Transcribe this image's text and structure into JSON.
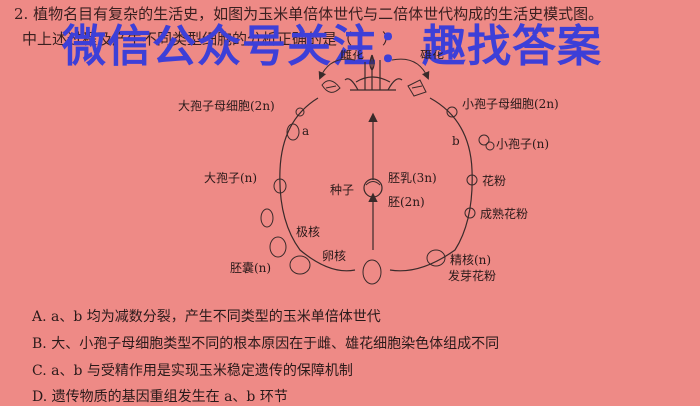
{
  "question": {
    "line1": "2. 植物名目有复杂的生活史，如图为玉米单倍体世代与二倍体世代构成的生活史模式图。",
    "line2": "中上述过程及产生不同类型细胞的分析正确的是（　　）",
    "watermark": "微信公众号关注：趣找答案"
  },
  "diagram": {
    "female_flower": "雌花",
    "male_flower": "雄花",
    "megaspore_mother": "大孢子母细胞(2n)",
    "microspore_mother": "小孢子母细胞(2n)",
    "label_a": "a",
    "label_b": "b",
    "megaspore": "大孢子(n)",
    "microspore": "小孢子(n)",
    "pollen": "花粉",
    "mature_pollen": "成熟花粉",
    "polar_nuclei": "极核",
    "egg_nucleus": "卵核",
    "embryo_sac": "胚囊(n)",
    "sperm": "精核(n)",
    "germ_pollen": "发芽花粉",
    "seed": "种子",
    "endosperm": "胚乳(3n)",
    "embryo": "胚(2n)"
  },
  "options": {
    "A": "A. a、b 均为减数分裂，产生不同类型的玉米单倍体世代",
    "B": "B. 大、小孢子母细胞类型不同的根本原因在于雌、雄花细胞染色体组成不同",
    "C": "C. a、b 与受精作用是实现玉米稳定遗传的保障机制",
    "D": "D. 遗传物质的基因重组发生在 a、b 环节"
  }
}
